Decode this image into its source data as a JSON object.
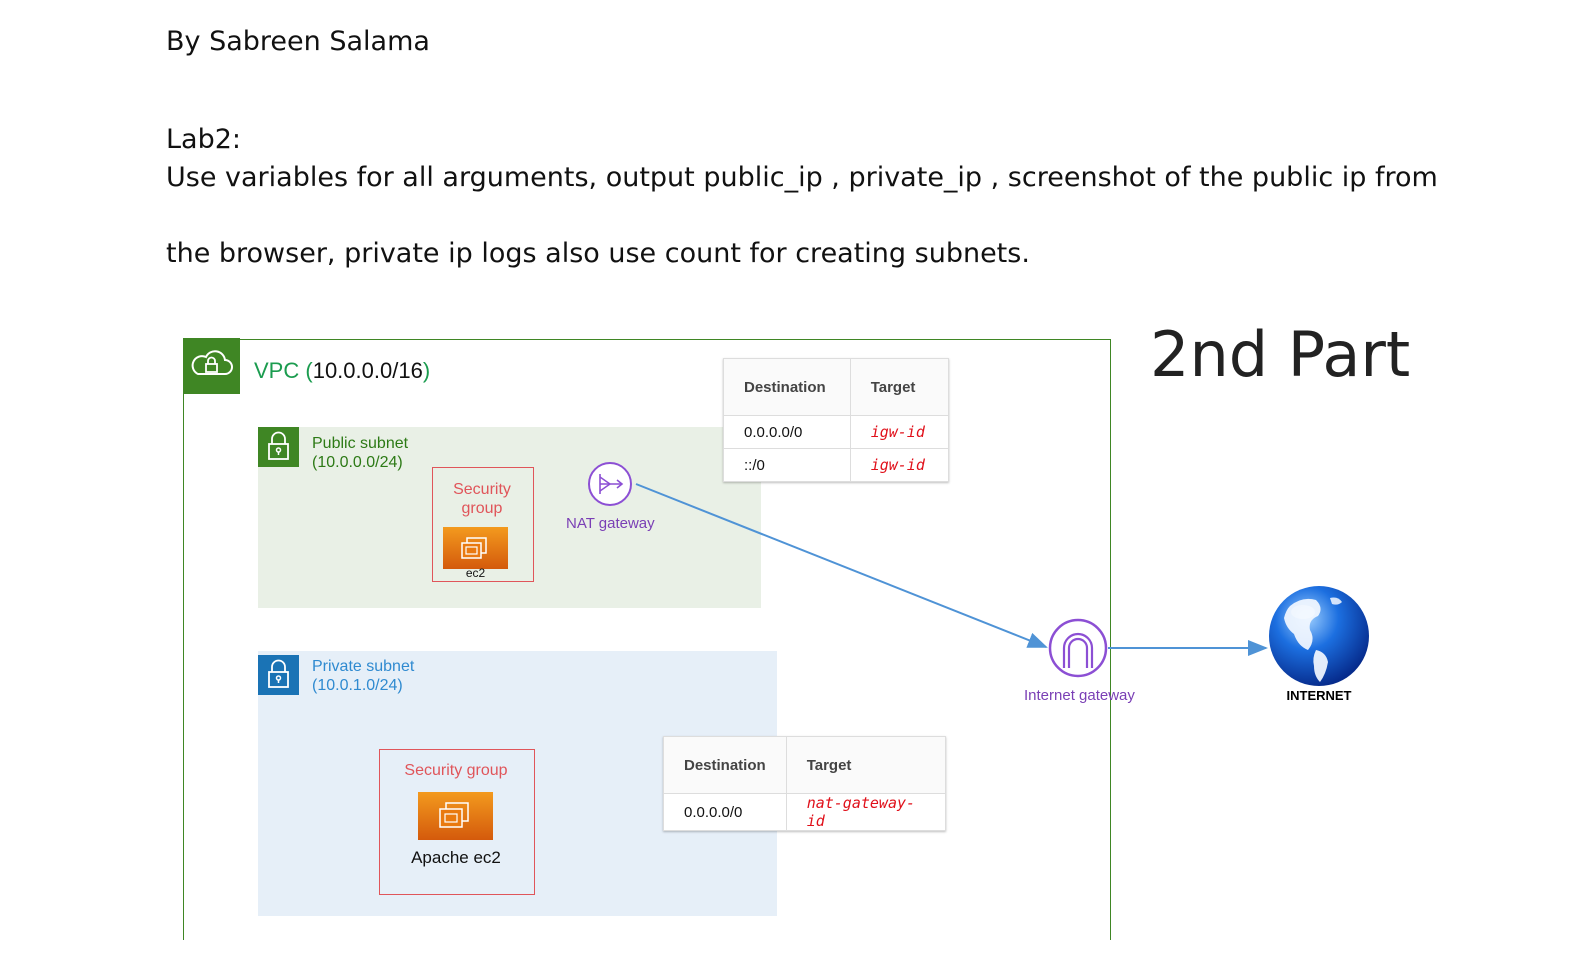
{
  "document": {
    "author_line": "By Sabreen Salama",
    "lab_title": "Lab2:",
    "instructions_line1": "Use variables for all arguments, output public_ip , private_ip , screenshot of the public ip from",
    "instructions_line2": "the browser, private ip logs also use count for creating subnets.",
    "part_heading": "2nd Part"
  },
  "diagram": {
    "vpc": {
      "name": "VPC",
      "open": "(",
      "cidr": "10.0.0.0/16",
      "close": ")",
      "icon": "cloud-lock-icon",
      "color": "#3f8624"
    },
    "public_subnet": {
      "name": "Public subnet",
      "cidr": "(10.0.0.0/24)",
      "icon": "lock-icon",
      "color": "#3f8624"
    },
    "private_subnet": {
      "name": "Private subnet",
      "cidr": "(10.0.1.0/24)",
      "icon": "lock-icon",
      "color": "#1a73b5"
    },
    "public_security_group": {
      "label_line1": "Security",
      "label_line2": "group",
      "instance_label": "ec2"
    },
    "private_security_group": {
      "label": "Security group",
      "instance_label": "Apache ec2"
    },
    "nat_gateway": {
      "label": "NAT gateway",
      "icon": "nat-gateway-icon"
    },
    "internet_gateway": {
      "label": "Internet gateway",
      "icon": "internet-gateway-icon"
    },
    "internet": {
      "label": "INTERNET",
      "icon": "globe-icon"
    },
    "public_route_table": {
      "headers": [
        "Destination",
        "Target"
      ],
      "rows": [
        {
          "destination": "0.0.0.0/0",
          "target": "igw-id"
        },
        {
          "destination": "::/0",
          "target": "igw-id"
        }
      ]
    },
    "private_route_table": {
      "headers": [
        "Destination",
        "Target"
      ],
      "rows": [
        {
          "destination": "0.0.0.0/0",
          "target": "nat-gateway-id"
        }
      ]
    },
    "colors": {
      "security_group": "#e0555a",
      "gateway": "#8c4fd4",
      "arrow": "#4f93d6",
      "route_target": "#e0101a"
    }
  }
}
